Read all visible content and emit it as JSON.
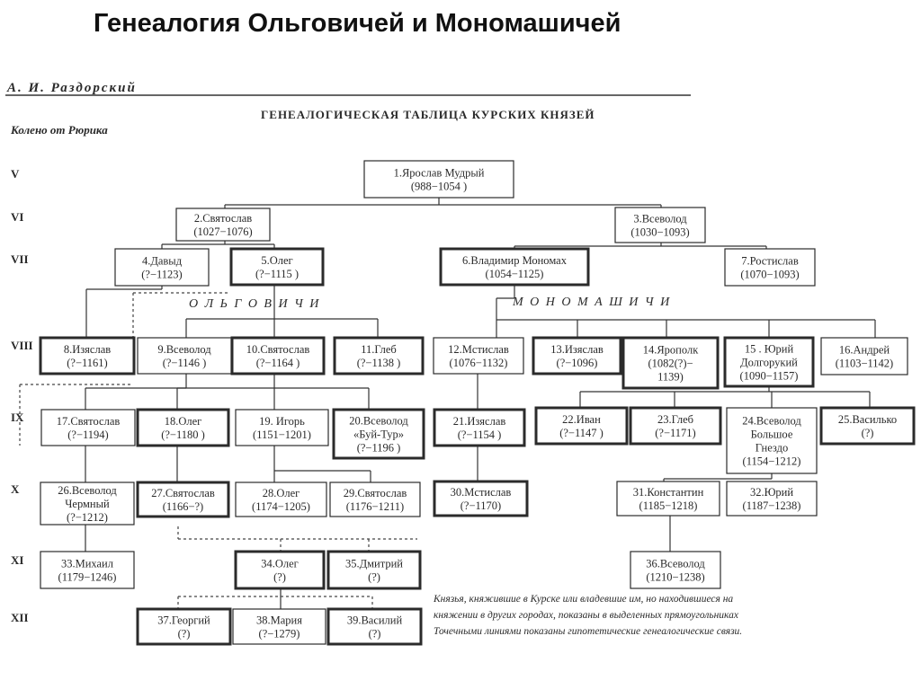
{
  "slide_title": "Генеалогия Ольговичей и Мономашичей",
  "document": {
    "author": "А. И. Раздорский",
    "table_title": "ГЕНЕАЛОГИЧЕСКАЯ ТАБЛИЦА КУРСКИХ КНЯЗЕЙ",
    "generation_header": "Колено от Рюрика",
    "generations": [
      "V",
      "VI",
      "VII",
      "VIII",
      "IX",
      "X",
      "XI",
      "XII"
    ],
    "branch_left": "О Л Ь Г О В И Ч И",
    "branch_right": "М О Н О М А Ш И Ч И",
    "note_lines": [
      "Князья, княжившие в Курске или владевшие им, но находившиеся на",
      "княжении в других городах, показаны в выделенных прямоугольниках",
      "Точечными линиями показаны гипотетические генеалогические связи."
    ]
  },
  "people": [
    {
      "id": "p1",
      "lines": [
        "1.Ярослав Мудрый",
        "(988−1054 )"
      ],
      "bold": false
    },
    {
      "id": "p2",
      "lines": [
        "2.Святослав",
        "(1027−1076)"
      ],
      "bold": false
    },
    {
      "id": "p3",
      "lines": [
        "3.Всеволод",
        "(1030−1093)"
      ],
      "bold": false
    },
    {
      "id": "p4",
      "lines": [
        "4.Давыд",
        "(?−1123)"
      ],
      "bold": false
    },
    {
      "id": "p5",
      "lines": [
        "5.Олег",
        "(?−1115 )"
      ],
      "bold": true
    },
    {
      "id": "p6",
      "lines": [
        "6.Владимир Мономах",
        "(1054−1125)"
      ],
      "bold": true
    },
    {
      "id": "p7",
      "lines": [
        "7.Ростислав",
        "(1070−1093)"
      ],
      "bold": false
    },
    {
      "id": "p8",
      "lines": [
        "8.Изяслав",
        "(?−1161)"
      ],
      "bold": true
    },
    {
      "id": "p9",
      "lines": [
        "9.Всеволод",
        "(?−1146 )"
      ],
      "bold": false
    },
    {
      "id": "p10",
      "lines": [
        "10.Святослав",
        "(?−1164 )"
      ],
      "bold": true
    },
    {
      "id": "p11",
      "lines": [
        "11.Глеб",
        "(?−1138 )"
      ],
      "bold": true
    },
    {
      "id": "p12",
      "lines": [
        "12.Мстислав",
        "(1076−1132)"
      ],
      "bold": false
    },
    {
      "id": "p13",
      "lines": [
        "13.Изяслав",
        "(?−1096)"
      ],
      "bold": true
    },
    {
      "id": "p14",
      "lines": [
        "14.Ярополк",
        "(1082(?)−",
        "1139)"
      ],
      "bold": true
    },
    {
      "id": "p15",
      "lines": [
        "15 . Юрий",
        "Долгорукий",
        "(1090−1157)"
      ],
      "bold": true
    },
    {
      "id": "p16",
      "lines": [
        "16.Андрей",
        "(1103−1142)"
      ],
      "bold": false
    },
    {
      "id": "p17",
      "lines": [
        "17.Святослав",
        "(?−1194)"
      ],
      "bold": false
    },
    {
      "id": "p18",
      "lines": [
        "18.Олег",
        "(?−1180 )"
      ],
      "bold": true
    },
    {
      "id": "p19",
      "lines": [
        "19. Игорь",
        "(1151−1201)"
      ],
      "bold": false
    },
    {
      "id": "p20",
      "lines": [
        "20.Всеволод",
        "«Буй-Тур»",
        "(?−1196 )"
      ],
      "bold": true
    },
    {
      "id": "p21",
      "lines": [
        "21.Изяслав",
        "(?−1154 )"
      ],
      "bold": true
    },
    {
      "id": "p22",
      "lines": [
        "22.Иван",
        "(?−1147 )"
      ],
      "bold": true
    },
    {
      "id": "p23",
      "lines": [
        "23.Глеб",
        "(?−1171)"
      ],
      "bold": true
    },
    {
      "id": "p24",
      "lines": [
        "24.Всеволод",
        "Большое",
        "Гнездо",
        "(1154−1212)"
      ],
      "bold": false
    },
    {
      "id": "p25",
      "lines": [
        "25.Василько",
        "(?)"
      ],
      "bold": true
    },
    {
      "id": "p26",
      "lines": [
        "26.Всеволод",
        "Чермный",
        "(?−1212)"
      ],
      "bold": false
    },
    {
      "id": "p27",
      "lines": [
        "27.Святослав",
        "(1166−?)"
      ],
      "bold": true
    },
    {
      "id": "p28",
      "lines": [
        "28.Олег",
        "(1174−1205)"
      ],
      "bold": false
    },
    {
      "id": "p29",
      "lines": [
        "29.Святослав",
        "(1176−1211)"
      ],
      "bold": false
    },
    {
      "id": "p30",
      "lines": [
        "30.Мстислав",
        "(?−1170)"
      ],
      "bold": true
    },
    {
      "id": "p31",
      "lines": [
        "31.Константин",
        "(1185−1218)"
      ],
      "bold": false
    },
    {
      "id": "p32",
      "lines": [
        "32.Юрий",
        "(1187−1238)"
      ],
      "bold": false
    },
    {
      "id": "p33",
      "lines": [
        "33.Михаил",
        "(1179−1246)"
      ],
      "bold": false
    },
    {
      "id": "p34",
      "lines": [
        "34.Олег",
        "(?)"
      ],
      "bold": true
    },
    {
      "id": "p35",
      "lines": [
        "35.Дмитрий",
        "(?)"
      ],
      "bold": true
    },
    {
      "id": "p36",
      "lines": [
        "36.Всеволод",
        "(1210−1238)"
      ],
      "bold": false
    },
    {
      "id": "p37",
      "lines": [
        "37.Георгий",
        "(?)"
      ],
      "bold": true
    },
    {
      "id": "p38",
      "lines": [
        "38.Мария",
        "(?−1279)"
      ],
      "bold": false
    },
    {
      "id": "p39",
      "lines": [
        "39.Василий",
        "(?)"
      ],
      "bold": true
    }
  ]
}
